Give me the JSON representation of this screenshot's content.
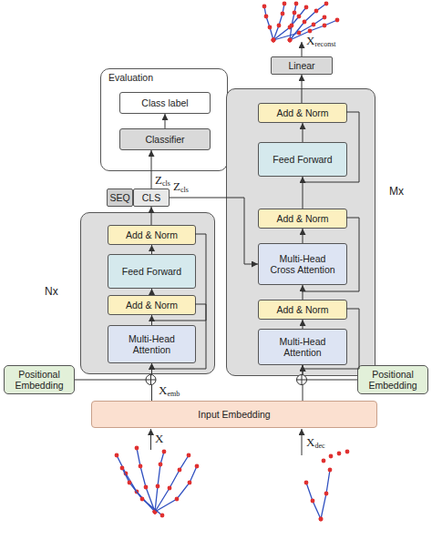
{
  "diagram": {
    "nodes": [
      {
        "text": [
          "Evaluation"
        ]
      },
      {
        "text": [
          "Class label"
        ],
        "in": 0
      },
      {
        "text": [
          "Classifier"
        ],
        "in": 0
      },
      {
        "text": [
          "SEQ"
        ]
      },
      {
        "text": [
          "CLS"
        ]
      },
      {
        "text": [
          "Nx"
        ]
      },
      {
        "text": [
          "Add & Norm"
        ],
        "in": 5
      },
      {
        "text": [
          "Feed Forward"
        ],
        "in": 5
      },
      {
        "text": [
          "Add & Norm"
        ],
        "in": 5
      },
      {
        "text": [
          "Multi-Head Attention"
        ],
        "in": 5
      },
      {
        "text": [
          "Positional Embedding"
        ]
      },
      {
        "text": [
          "Input Embedding"
        ]
      },
      {
        "text": [
          "Linear"
        ]
      },
      {
        "text": [
          "Mx"
        ]
      },
      {
        "text": [
          "Add & Norm"
        ],
        "in": 13
      },
      {
        "text": [
          "Feed Forward"
        ],
        "in": 13
      },
      {
        "text": [
          "Add & Norm"
        ],
        "in": 13
      },
      {
        "text": [
          "Multi-Head Cross Attention"
        ],
        "in": 13
      },
      {
        "text": [
          "Add & Norm"
        ],
        "in": 13
      },
      {
        "text": [
          "Multi-Head Attention"
        ],
        "in": 13
      },
      {
        "text": [
          "Positional Embedding"
        ]
      }
    ],
    "edges": [
      {
        "from": 2,
        "to": 1,
        "arrow": "to"
      },
      {
        "from": 4,
        "to": 2,
        "label": "Zcls",
        "arrow": "to"
      },
      {
        "from": 6,
        "to": 4,
        "arrow": "to"
      },
      {
        "from": 4,
        "to": 17,
        "label": "Zcls",
        "arrow": "to"
      },
      {
        "from": 9,
        "to": 8,
        "arrow": "to"
      },
      {
        "from": 8,
        "to": 7,
        "arrow": "to"
      },
      {
        "from": 7,
        "to": 6,
        "arrow": "to"
      },
      {
        "from": 11,
        "to": 9,
        "label": "Xemb",
        "arrow": "to"
      },
      {
        "from": 10,
        "to": 9,
        "arrow": "to"
      },
      {
        "from": 19,
        "to": 18,
        "arrow": "to"
      },
      {
        "from": 18,
        "to": 17,
        "arrow": "to"
      },
      {
        "from": 17,
        "to": 16,
        "arrow": "to"
      },
      {
        "from": 16,
        "to": 15,
        "arrow": "to"
      },
      {
        "from": 15,
        "to": 14,
        "arrow": "to"
      },
      {
        "from": 14,
        "to": 12,
        "arrow": "to"
      },
      {
        "from": 11,
        "to": 19,
        "arrow": "to"
      },
      {
        "from": 20,
        "to": 19,
        "arrow": "to"
      }
    ],
    "labels": [
      "X",
      "Xdec",
      "Xreconst"
    ]
  }
}
